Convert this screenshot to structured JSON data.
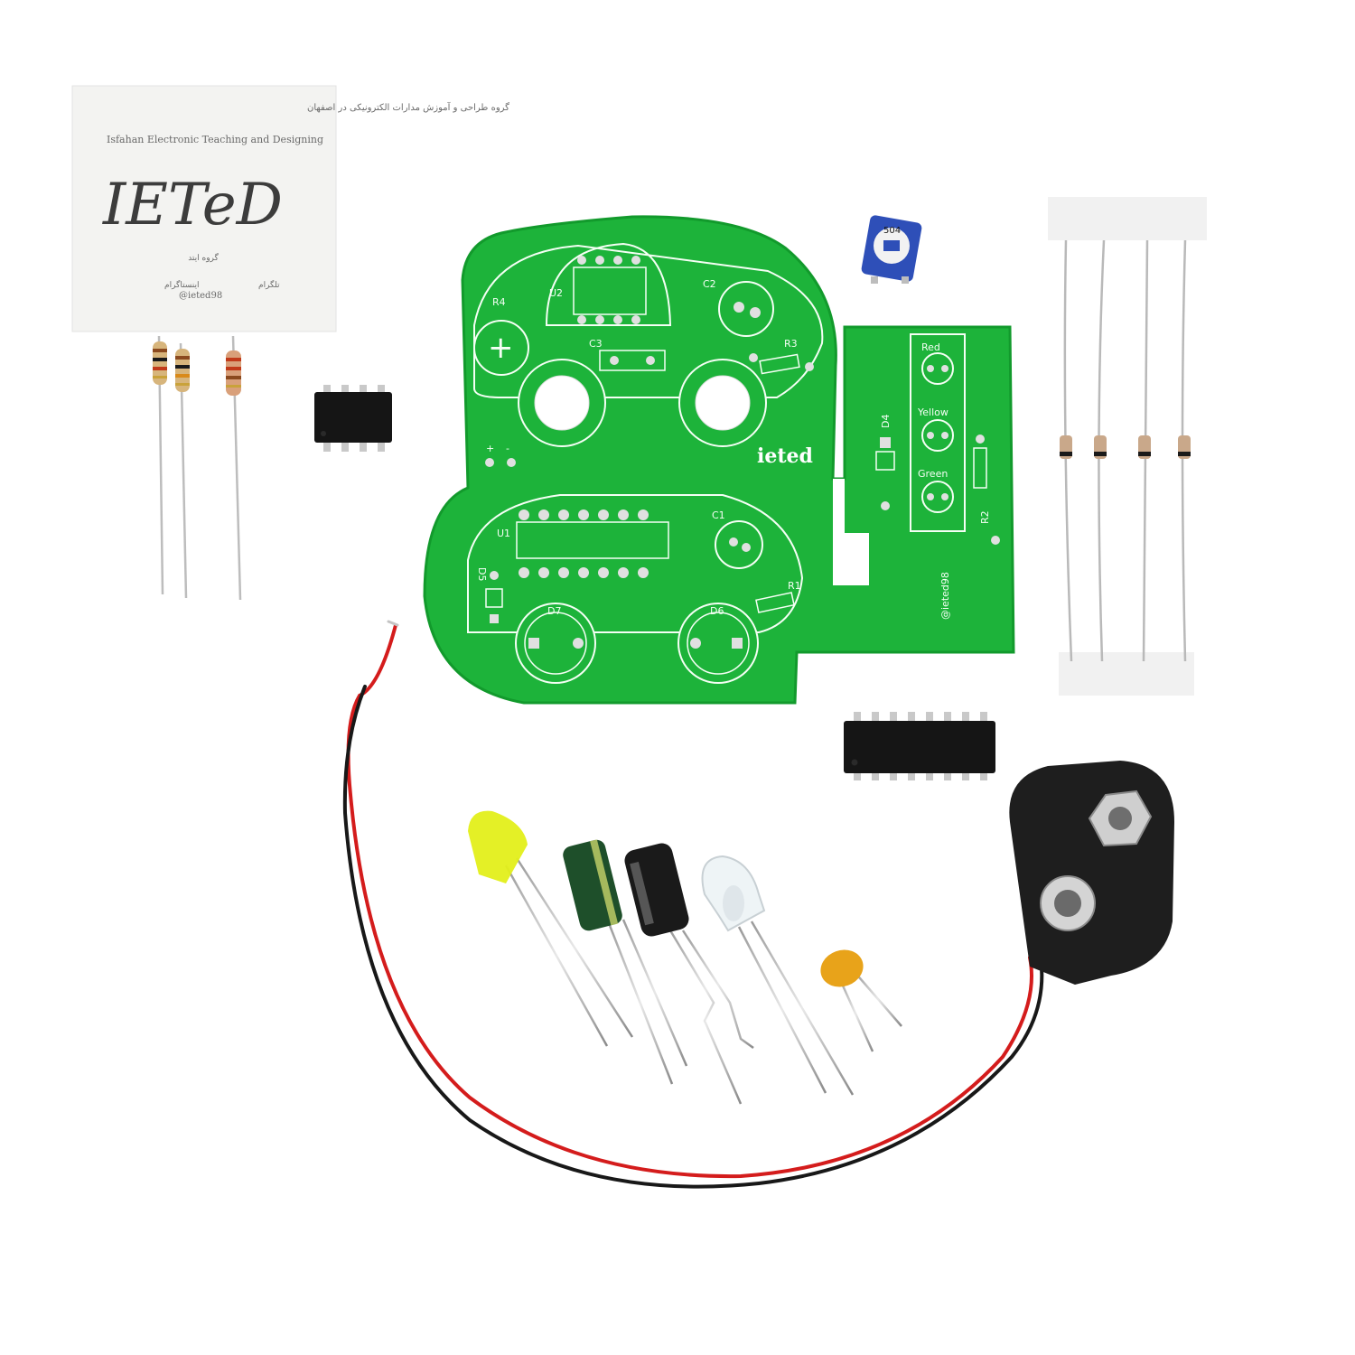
{
  "card": {
    "farsi_header": "گروه طراحی و آموزش مدارات الکترونیکی در اصفهان",
    "english_header": "Isfahan Electronic Teaching and Designing",
    "logo": "IETeD",
    "farsi_group": "گروه ایتد",
    "farsi_left": "اینستاگرام",
    "handle": "@ieted98",
    "farsi_right": "تلگرام"
  },
  "pcb": {
    "brand": "ieted",
    "handle": "@ieted98",
    "labels": {
      "r4": "R4",
      "u2": "U2",
      "c2": "C2",
      "c3": "C3",
      "r3": "R3",
      "u1": "U1",
      "c1": "C1",
      "r1": "R1",
      "d5": "D5",
      "d6": "D6",
      "d7": "D7",
      "d4": "D4",
      "r2": "R2",
      "plus": "+",
      "minus": "-"
    },
    "led_panel": [
      "Red",
      "Yellow",
      "Green"
    ]
  },
  "trimmer": {
    "code": "504"
  },
  "colors": {
    "pcb": "#1db33a",
    "pcb_dark": "#129a2c",
    "silk": "#f4fff4",
    "pad": "#d9d9d9",
    "chip": "#151515",
    "wire_red": "#d41c1c",
    "wire_black": "#181818",
    "led_yellow": "#e3ef1a",
    "cap_green": "#1e4f2a",
    "cap_black": "#1a1a1a",
    "ceramic": "#e8a31a",
    "trimmer_blue": "#2e4fb8"
  }
}
